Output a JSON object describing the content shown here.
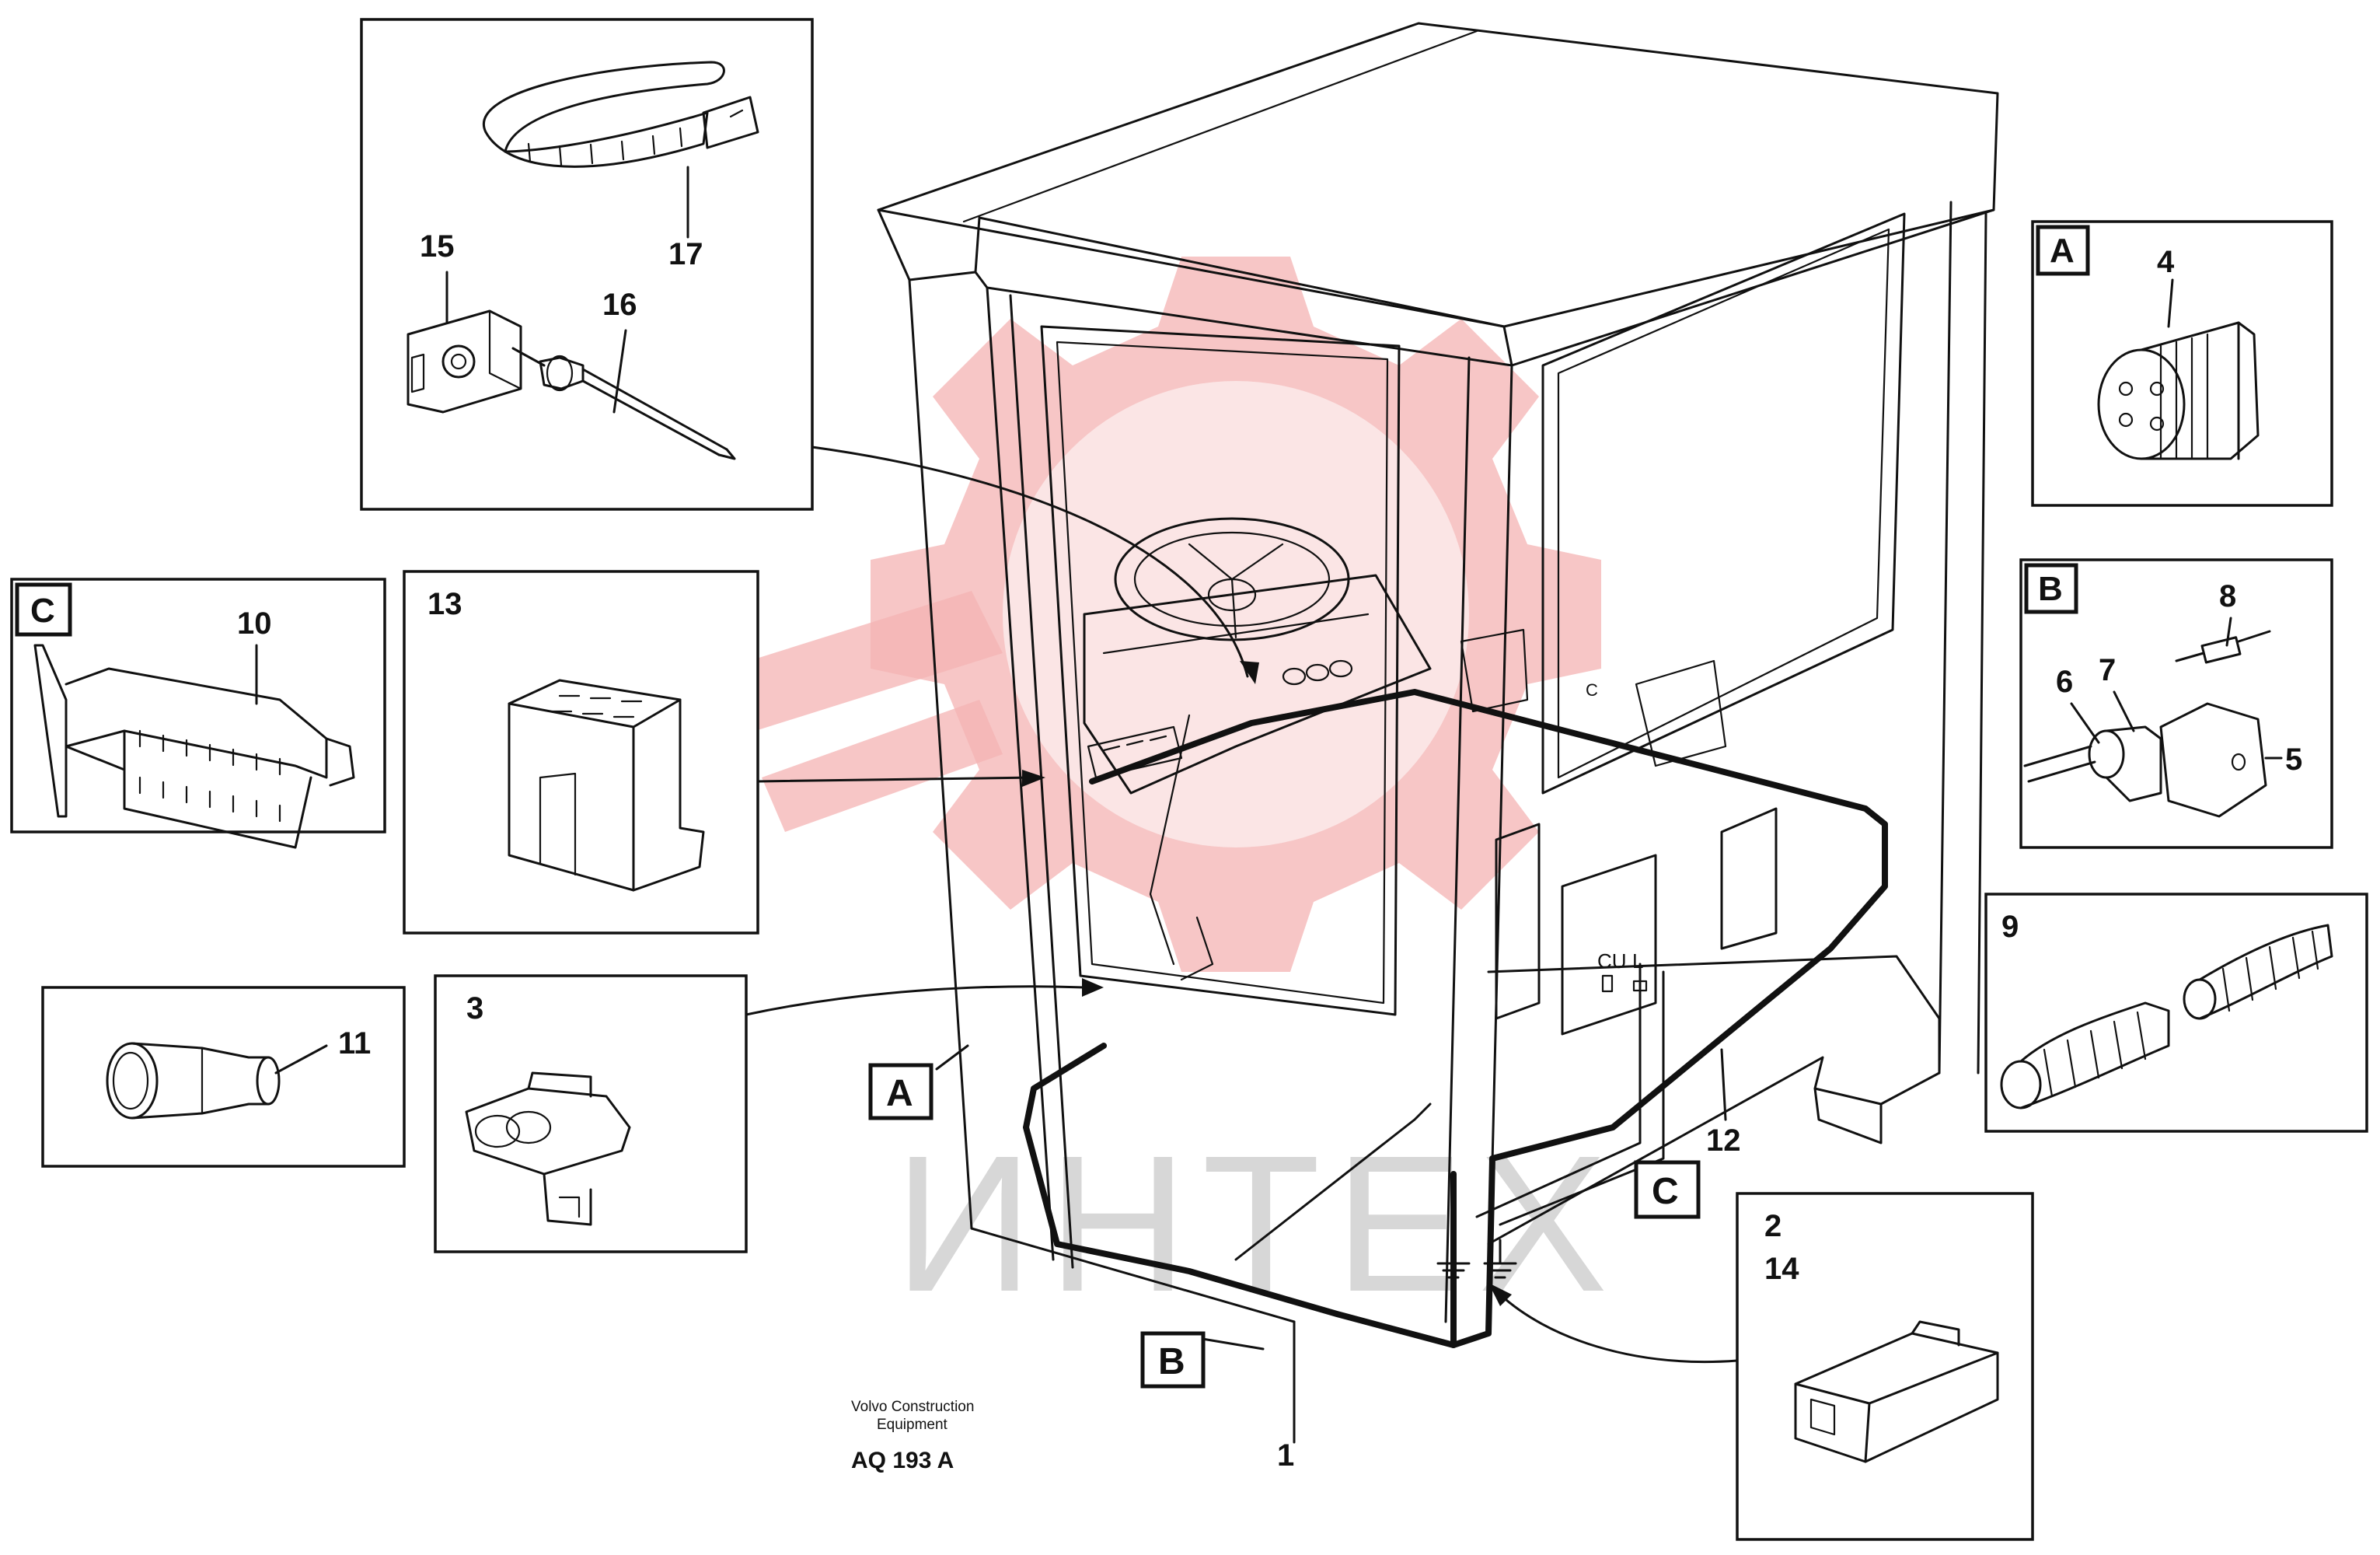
{
  "diagram": {
    "watermark_text": "ИНТЕХ",
    "footer": {
      "company": "Volvo Construction",
      "company_line2": "Equipment",
      "code": "AQ 193 A"
    },
    "panel_tags": {
      "A": "A",
      "B": "B",
      "C": "C"
    },
    "floor_tags": {
      "A": "A",
      "B": "B",
      "C": "C"
    },
    "callouts": {
      "n1": "1",
      "n2": "2",
      "n3": "3",
      "n4": "4",
      "n5": "5",
      "n6": "6",
      "n7": "7",
      "n8": "8",
      "n9": "9",
      "n10": "10",
      "n11": "11",
      "n12": "12",
      "n13": "13",
      "n14": "14",
      "n15": "15",
      "n16": "16",
      "n17": "17"
    },
    "cab_marks": {
      "cu": "CU",
      "l": "L"
    }
  }
}
